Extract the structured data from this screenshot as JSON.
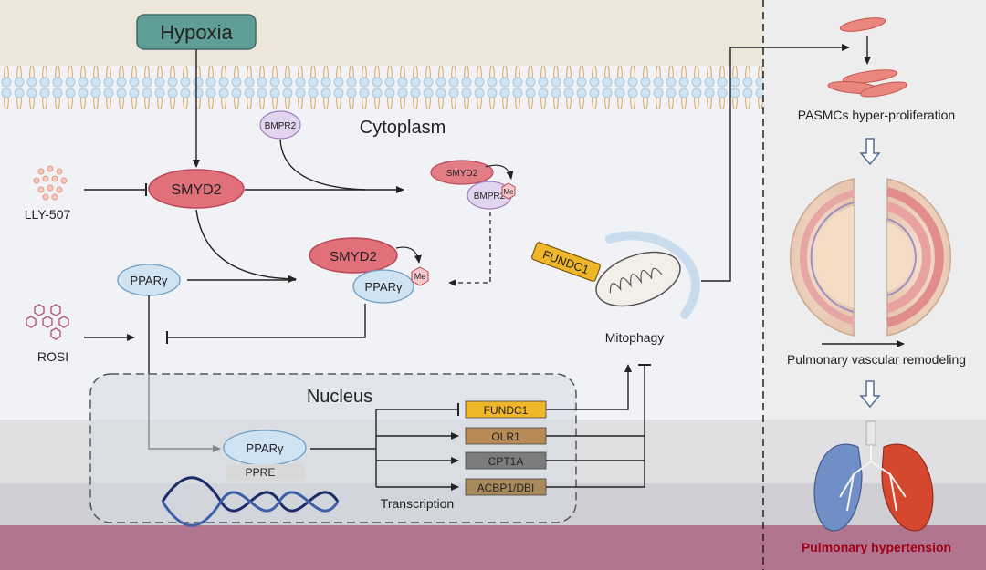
{
  "labels": {
    "hypoxia": "Hypoxia",
    "cytoplasm": "Cytoplasm",
    "nucleus": "Nucleus",
    "smyd2": "SMYD2",
    "smyd2_small": "SMYD2",
    "smyd2_mid": "SMYD2",
    "bmpr2": "BMPR2",
    "bmpr2_bound": "BMPR2",
    "me": "Me",
    "me2": "Me",
    "lly507": "LLY-507",
    "ppar_free": "PPARγ",
    "ppar_bound": "PPARγ",
    "ppar_nuc": "PPARγ",
    "ppre": "PPRE",
    "rosi": "ROSI",
    "fundc1_mito": "FUNDC1",
    "mitophagy": "Mitophagy",
    "transcription": "Transcription",
    "pasmc": "PASMCs hyper-proliferation",
    "remodeling": "Pulmonary vascular remodeling",
    "ph": "Pulmonary hypertension"
  },
  "genes": [
    "FUNDC1",
    "OLR1",
    "CPT1A",
    "ACBP1/DBI"
  ],
  "gene_colors": [
    "#f0b62a",
    "#b88a55",
    "#7c7c7c",
    "#a98a5c"
  ],
  "colors": {
    "smyd2": "#e2707a",
    "bmpr2": "#cdb4e0",
    "ppar": "#cfe3f3",
    "background_top": "#ede6da",
    "background_bottom": "#b2758f",
    "ph_text": "#a00018"
  }
}
